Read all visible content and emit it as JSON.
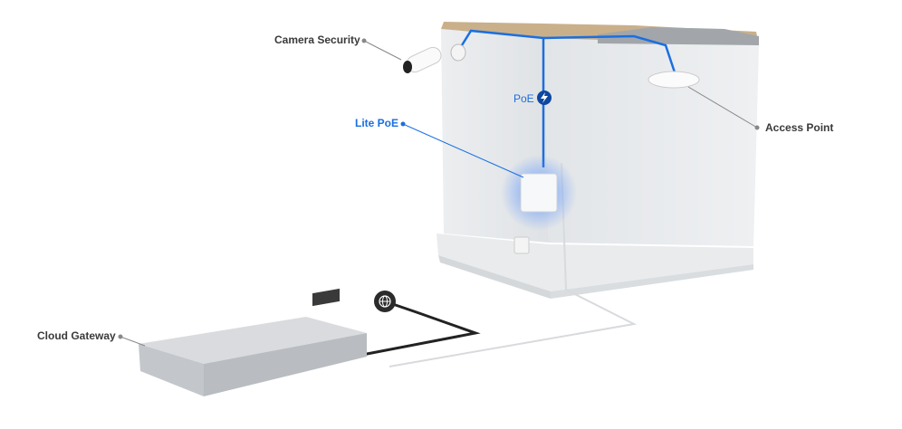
{
  "labels": {
    "camera": "Camera Security",
    "poe": "PoE",
    "lite_poe": "Lite PoE",
    "access_point": "Access Point",
    "cloud_gateway": "Cloud Gateway"
  },
  "colors": {
    "accent": "#1a6fe0",
    "label": "#3a3a3a",
    "wall": "#e4e6e9"
  }
}
